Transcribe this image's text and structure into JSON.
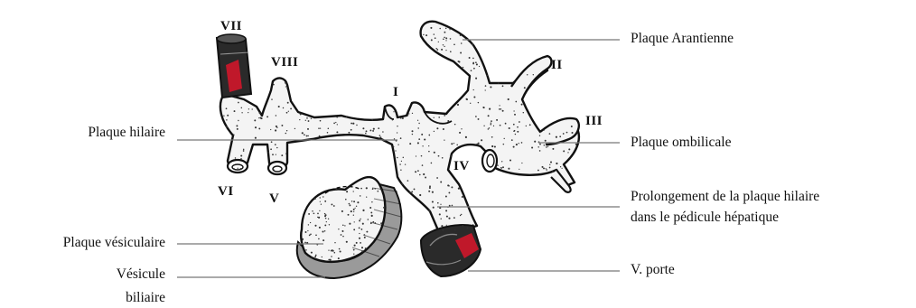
{
  "labels": {
    "left": {
      "plaque_hilaire": "Plaque hilaire",
      "plaque_vesiculaire": "Plaque vésiculaire",
      "vesicule_line1": "Vésicule",
      "vesicule_line2": "biliaire"
    },
    "right": {
      "plaque_arantienne": "Plaque Arantienne",
      "plaque_ombilicale": "Plaque ombilicale",
      "prolongement_line1": "Prolongement de la plaque hilaire",
      "prolongement_line2": "dans le pédicule hépatique",
      "v_porte": "V. porte"
    }
  },
  "segments": {
    "I": "I",
    "II": "II",
    "III": "III",
    "IV": "IV",
    "V": "V",
    "VI": "VI",
    "VII": "VII",
    "VIII": "VIII"
  },
  "colors": {
    "ink": "#111111",
    "plate_fill": "#f4f4f4",
    "vessel_dark": "#2a2a2a",
    "vessel_red": "#c0182a",
    "leader": "#777777"
  }
}
